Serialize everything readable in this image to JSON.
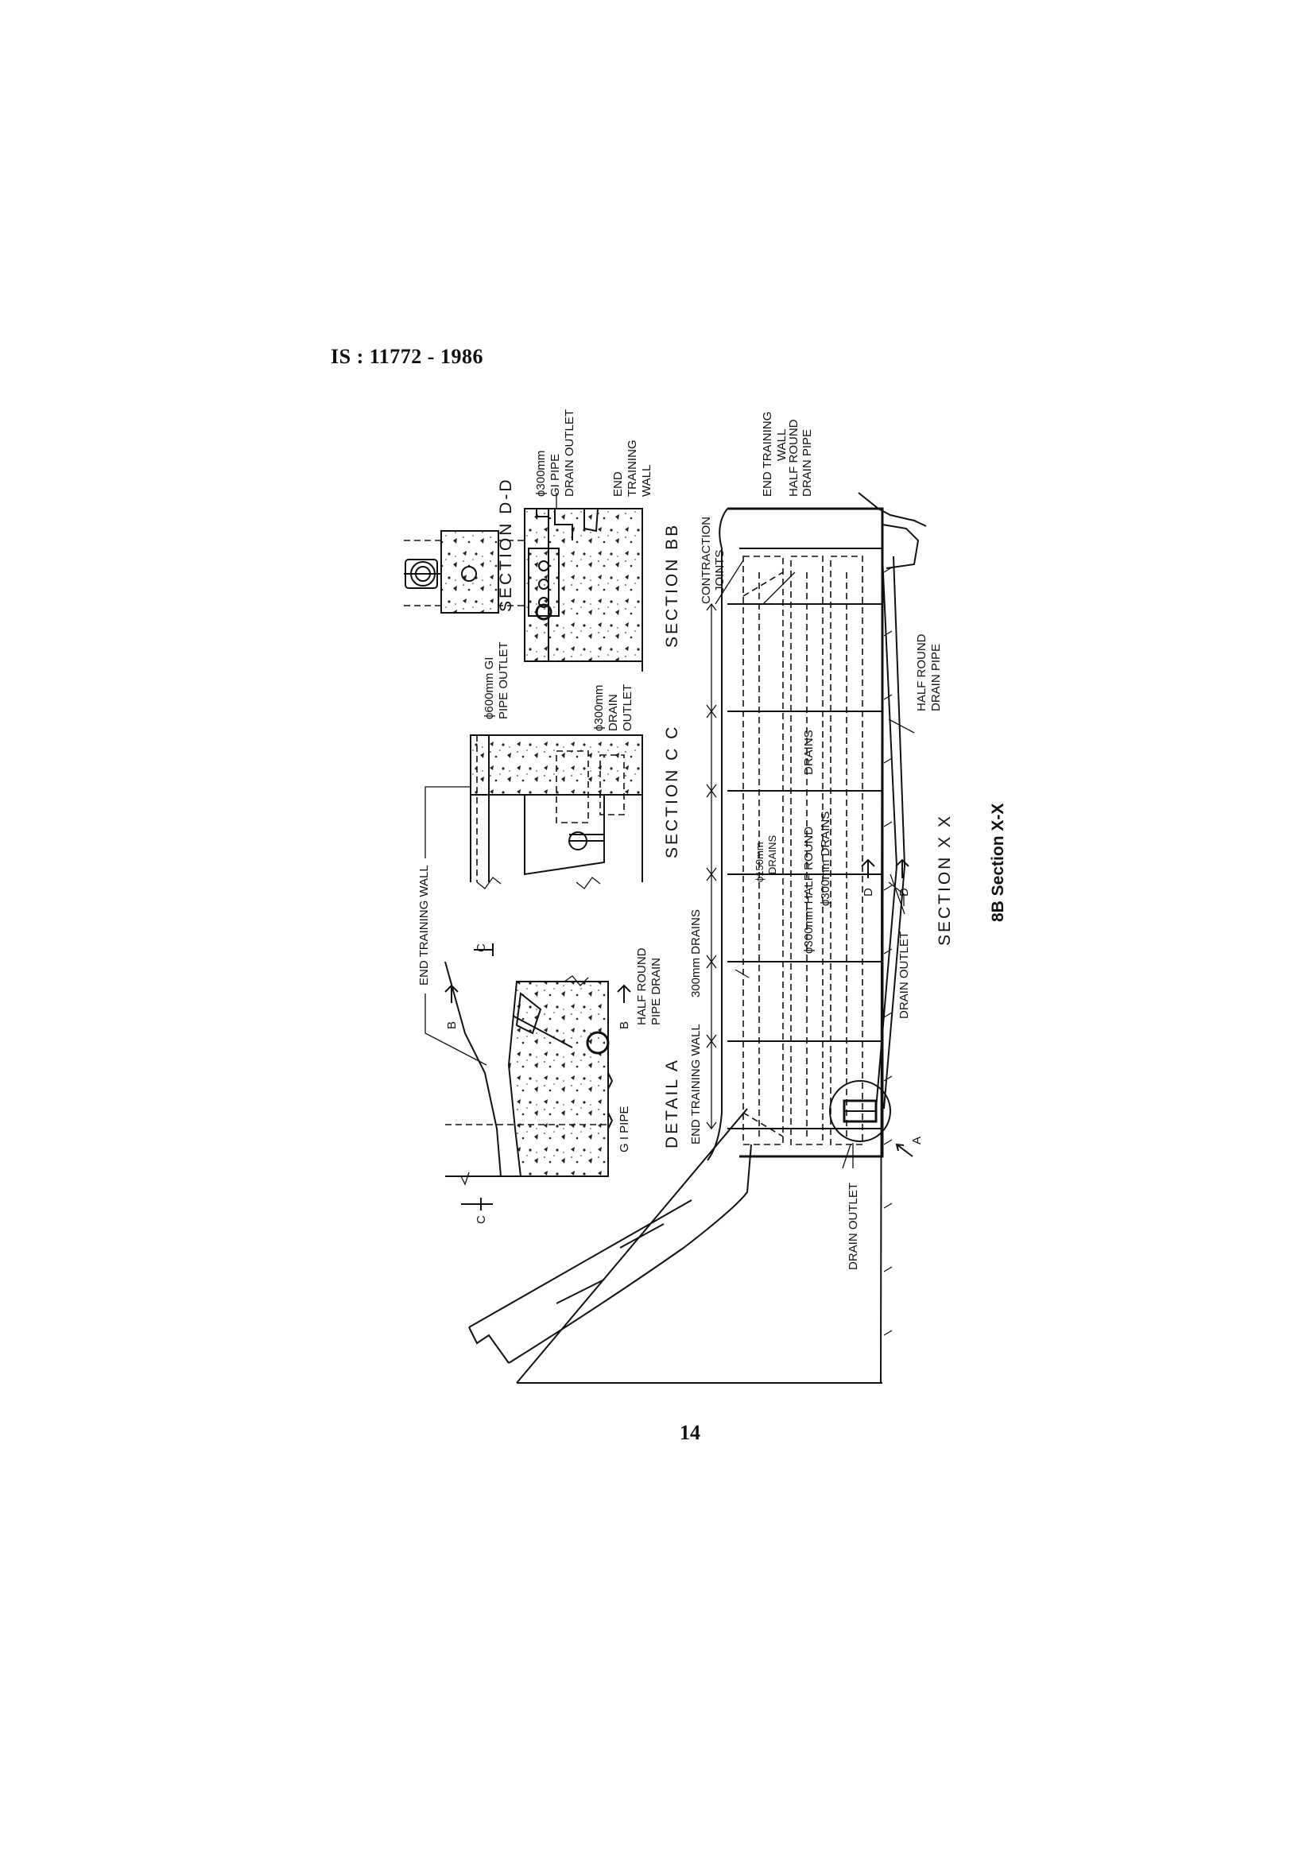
{
  "header": {
    "standard": "IS : 11772 - 1986"
  },
  "page_number": "14",
  "caption": "8B Section X-X",
  "section_titles": {
    "dd": "SECTION D-D",
    "bb": "SECTION BB",
    "cc": "SECTION C C",
    "detail_a": "DETAIL A",
    "xx": "SECTION X X"
  },
  "labels": {
    "gi_pipe_300_l1": "ϕ300mm",
    "gi_pipe_300_l2": "GI PIPE",
    "gi_pipe_300_l3": "DRAIN OUTLET",
    "end_training_wall_bb_l1": "END",
    "end_training_wall_bb_l2": "TRAINING",
    "end_training_wall_bb_l3": "WALL",
    "gi_pipe_outlet_600_l1": "ϕ600mm GI",
    "gi_pipe_outlet_600_l2": "PIPE OUTLET",
    "drain_outlet_300_l1": "ϕ300mm",
    "drain_outlet_300_l2": "DRAIN",
    "drain_outlet_300_l3": "OUTLET",
    "end_training_wall_cc": "END TRAINING WALL",
    "half_round_pipe_drain_l1": "HALF ROUND",
    "half_round_pipe_drain_l2": "PIPE DRAIN",
    "gi_pipe": "G I PIPE",
    "marker_b": "B",
    "marker_c": "C",
    "marker_d": "D",
    "marker_a": "A",
    "contraction_joints_l1": "CONTRACTION",
    "contraction_joints_l2": "JOINTS",
    "drains_300": "300mm DRAINS",
    "end_training_wall_xx_a": "END TRAINING WALL",
    "end_training_wall_xx_b_l1": "END TRAINING",
    "end_training_wall_xx_b_l2": "WALL",
    "half_round_drain_pipe_top_l1": "HALF ROUND",
    "half_round_drain_pipe_top_l2": "DRAIN PIPE",
    "half_round_drain_pipe_bot_l1": "HALF ROUND",
    "half_round_drain_pipe_bot_l2": "DRAIN PIPE",
    "drains_150_l1": "ϕ150mm",
    "drains_150_l2": "DRAINS",
    "half_round_300": "ϕ300mm HALF ROUND",
    "drains_300_phi": "ϕ300mm DRAINS",
    "drains": "DRAINS",
    "drain_outlet_left": "DRAIN OUTLET",
    "drain_outlet_mid": "DRAIN OUTLET"
  }
}
